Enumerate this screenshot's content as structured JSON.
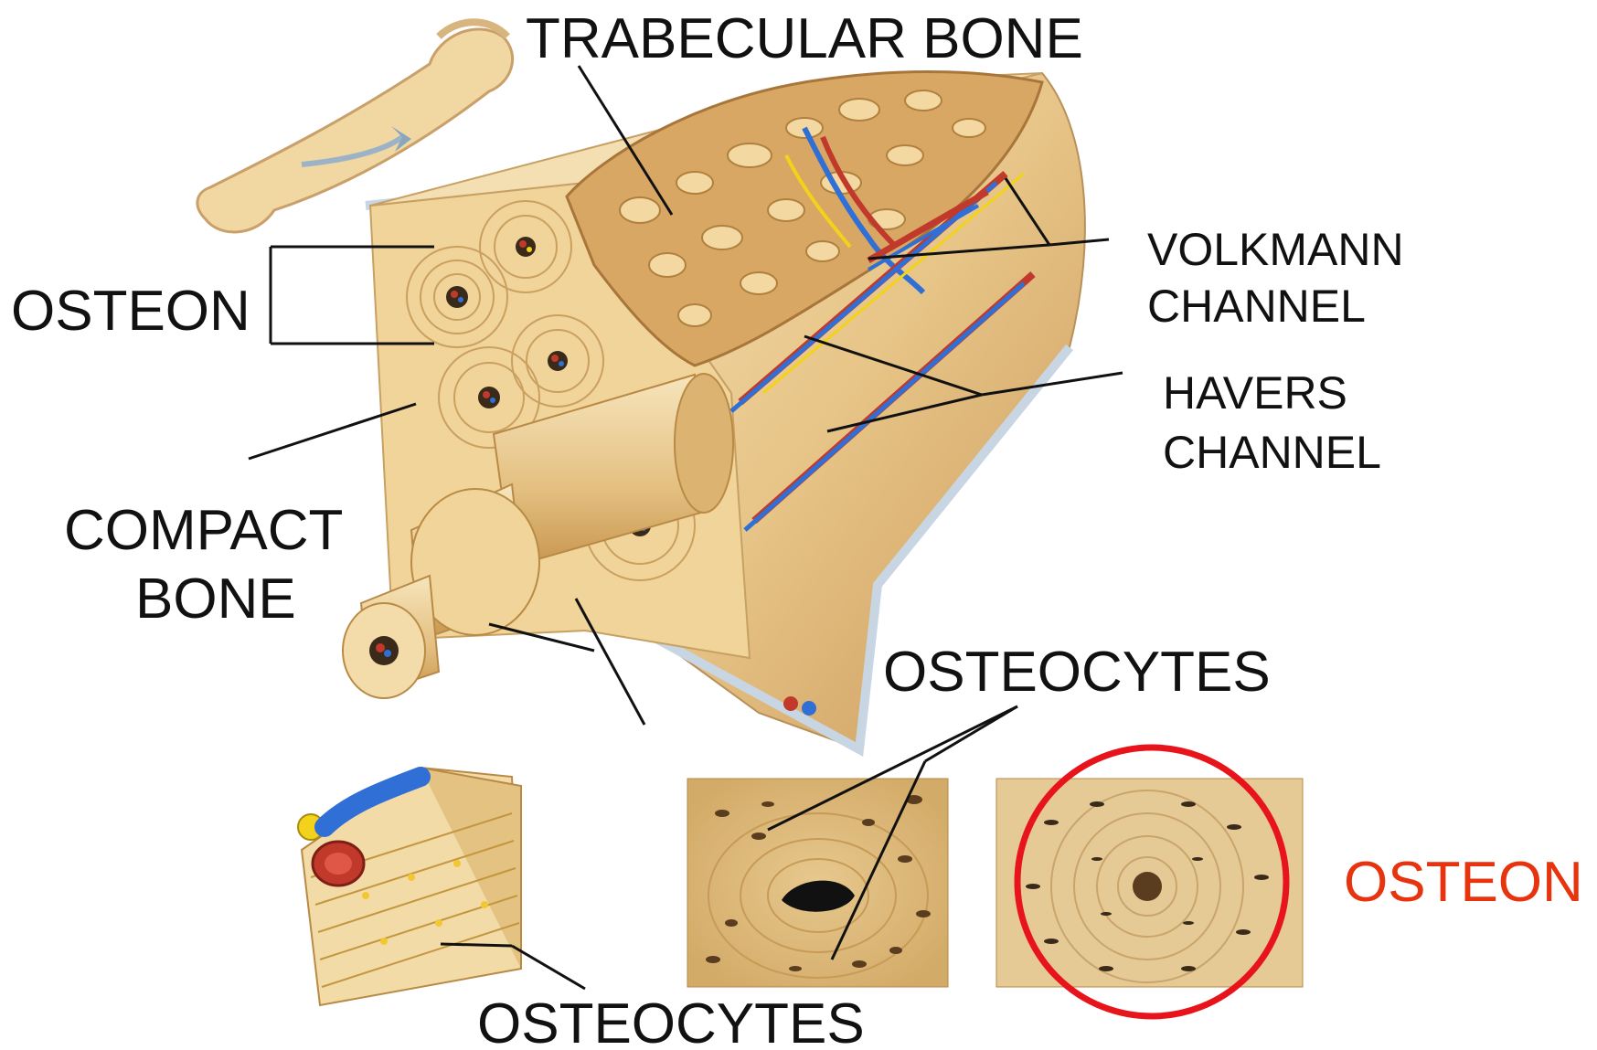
{
  "labels": {
    "trabecular_bone": "TRABECULAR BONE",
    "osteon_left": "OSTEON",
    "volkmann_line1": "VOLKMANN",
    "volkmann_line2": "CHANNEL",
    "havers_line1": "HAVERS",
    "havers_line2": "CHANNEL",
    "compact_line1": "COMPACT",
    "compact_line2": "BONE",
    "osteocytes_top": "OSTEOCYTES",
    "osteocytes_bottom": "OSTEOCYTES",
    "osteon_right": "OSTEON"
  },
  "colors": {
    "bone_light": "#f3dcaa",
    "bone_mid": "#e2bd7a",
    "bone_dark": "#b98a45",
    "artery_red": "#c0392b",
    "vein_blue": "#2f6fd6",
    "nerve_yellow": "#f2d21b",
    "highlight_red": "#e8330f",
    "leader_line": "#111111"
  }
}
